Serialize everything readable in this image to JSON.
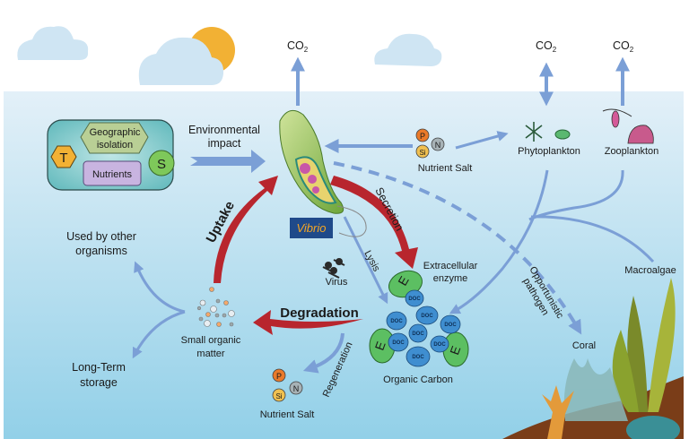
{
  "title": "Vibrio ecological role in the marine carbon cycle",
  "colors": {
    "water_top": "#e3f0f8",
    "water_bottom": "#92d0e8",
    "blue_arrow": "#7b9fd6",
    "red_arrow": "#b8262e",
    "cloud": "#cfe5f3",
    "sun": "#f2b134",
    "vibrio_badge_bg": "#1f4a8a",
    "vibrio_badge_text": "#f5a623",
    "factor_box": "#5fb8bb",
    "doc_fill": "#3f8ed0",
    "enzyme_fill": "#5cbf62",
    "seafloor": "#7a3d18"
  },
  "sky": {
    "co2_labels": [
      {
        "id": "co2-vibrio",
        "base": "CO",
        "sub": "2"
      },
      {
        "id": "co2-phytoplankton",
        "base": "CO",
        "sub": "2"
      },
      {
        "id": "co2-zooplankton",
        "base": "CO",
        "sub": "2"
      }
    ]
  },
  "factors": {
    "geographic": "Geographic isolation",
    "geographic_line1": "Geographic",
    "geographic_line2": "isolation",
    "nutrients": "Nutrients",
    "temperature": "T",
    "salinity": "S"
  },
  "labels": {
    "environmental_line1": "Environmental",
    "environmental_line2": "impact",
    "vibrio": "Vibrio",
    "uptake": "Uptake",
    "secretion": "Secretion",
    "degradation": "Degradation",
    "lysis": "Lysis",
    "virus": "Virus",
    "regeneration": "Regeneration",
    "extracellular_line1": "Extracellular",
    "extracellular_line2": "enzyme",
    "organic_carbon": "Organic Carbon",
    "small_organic_line1": "Small organic",
    "small_organic_line2": "matter",
    "used_by_line1": "Used by other",
    "used_by_line2": "organisms",
    "long_term_line1": "Long-Term",
    "long_term_line2": "storage",
    "nutrient_salt_top": "Nutrient Salt",
    "nutrient_salt_bottom": "Nutrient Salt",
    "phytoplankton": "Phytoplankton",
    "zooplankton": "Zooplankton",
    "macroalgae": "Macroalgae",
    "coral": "Coral",
    "opportunistic_line1": "Opportunistic",
    "opportunistic_line2": "pathogen"
  },
  "nutrient_elements": [
    "P",
    "Si",
    "N"
  ],
  "doc_label": "DOC",
  "enzyme_label": "E"
}
